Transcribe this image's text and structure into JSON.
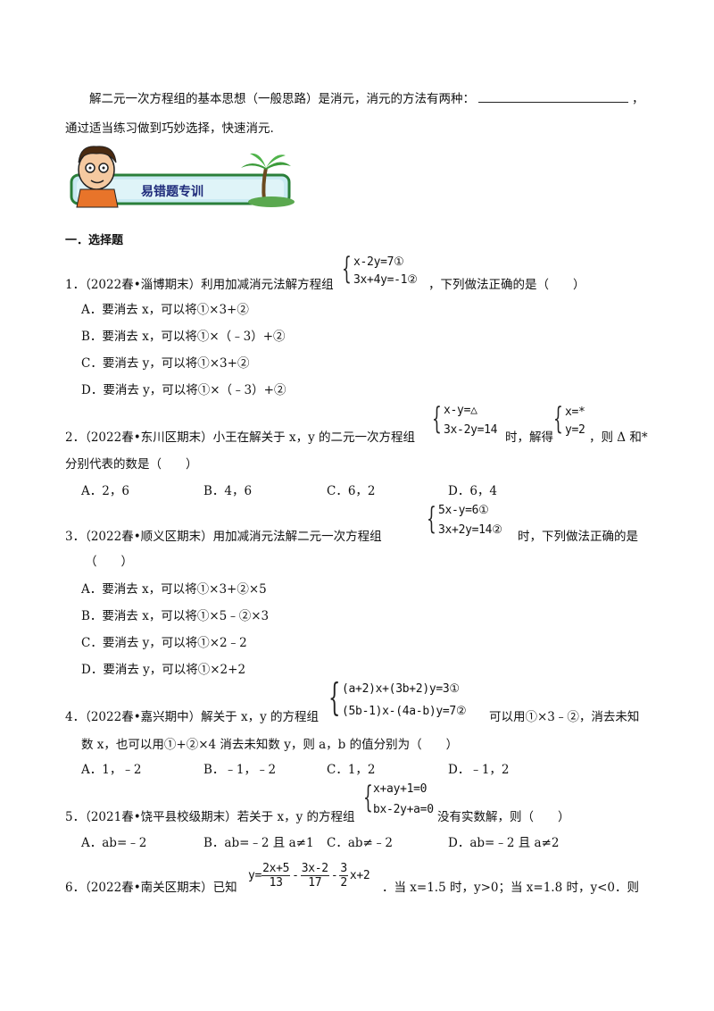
{
  "intro": {
    "line1_a": "解二元一次方程组的基本思想（一般思路）是消元，消元的方法有两种：",
    "line1_b": "，",
    "line2": "通过适当练习做到巧妙选择，快速消元."
  },
  "banner": {
    "title": "易错题专训"
  },
  "section": {
    "heading": "一．选择题"
  },
  "q1": {
    "prefix": "1．（2022春•淄博期末）利用加减消元法解方程组",
    "eq1": "x-2y=7①",
    "eq2": "3x+4y=-1②",
    "suffix": "，下列做法正确的是（　　）",
    "options": [
      "A．要消去 x，可以将①×3+②",
      "B．要消去 x，可以将①×（﹣3）+②",
      "C．要消去 y，可以将①×3+②",
      "D．要消去 y，可以将①×（﹣3）+②"
    ]
  },
  "q2": {
    "prefix": "2．（2022春•东川区期末）小王在解关于 x，y 的二元一次方程组",
    "eq1": "x-y=△",
    "eq2": "3x-2y=14",
    "mid": "时，解得",
    "sol1": "x=*",
    "sol2": "y=2",
    "suffix": "，则 Δ 和*",
    "line2": "分别代表的数是（　　）",
    "options": [
      "A．2，6",
      "B．4，6",
      "C．6，2",
      "D．6，4"
    ]
  },
  "q3": {
    "prefix": "3．（2022春•顺义区期末）用加减消元法解二元一次方程组",
    "eq1": "5x-y=6①",
    "eq2": "3x+2y=14②",
    "suffix": "时，下列做法正确的是",
    "line2": "（　　）",
    "options": [
      "A．要消去 x，可以将①×3+②×5",
      "B．要消去 x，可以将①×5﹣②×3",
      "C．要消去 y，可以将①×2﹣2",
      "D．要消去 y，可以将①×2+2"
    ]
  },
  "q4": {
    "prefix": "4．（2022春•嘉兴期中）解关于 x，y 的方程组",
    "eq1": "(a+2)x+(3b+2)y=3①",
    "eq2": "(5b-1)x-(4a-b)y=7②",
    "suffix": "可以用①×3﹣②，消去未知",
    "line2": "数 x，也可以用①+②×4 消去未知数 y，则 a，b 的值分别为（　　）",
    "options": [
      "A．1，﹣2",
      "B．﹣1，﹣2",
      "C．1，2",
      "D．﹣1，2"
    ]
  },
  "q5": {
    "prefix": "5．（2021春•饶平县校级期末）若关于 x，y 的方程组",
    "eq1": "x+ay+1=0",
    "eq2": "bx-2y+a=0",
    "suffix": "没有实数解，则（　　）",
    "options": [
      "A．ab=﹣2",
      "B．ab=﹣2 且 a≠1",
      "C．ab≠﹣2",
      "D．ab=﹣2 且 a≠2"
    ]
  },
  "q6": {
    "prefix": "6．（2022春•南关区期末）已知",
    "y_eq": "y=",
    "f1_num": "2x+5",
    "f1_den": "13",
    "minus1": "-",
    "f2_num": "3x-2",
    "f2_den": "17",
    "minus2": "-",
    "f3_num": "3",
    "f3_den": "2",
    "tail": "x+2",
    "suffix": "．当 x=1.5 时，y>0；当 x=1.8 时，y<0．则"
  }
}
